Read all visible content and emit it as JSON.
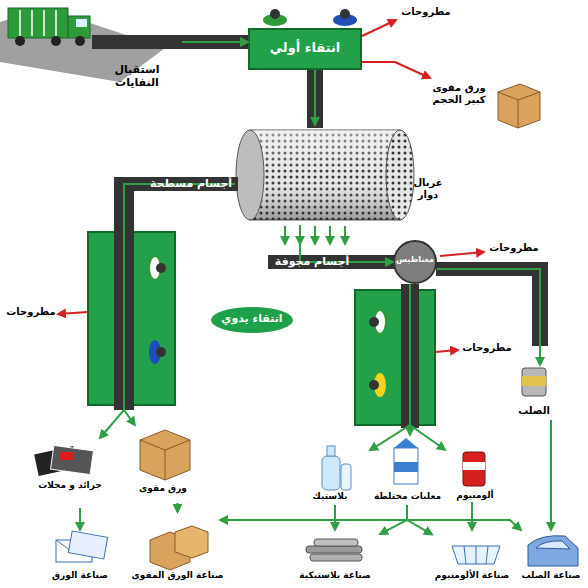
{
  "diagram": {
    "nodes": [
      {
        "text": [
          "استقبال النفايات"
        ]
      },
      {
        "text": [
          "انتقاء أولي"
        ]
      },
      {
        "text": [
          "ورق مقوى كبير الحجم"
        ]
      },
      {
        "text": [
          "غربال دوار"
        ]
      },
      {
        "text": [
          "مغناطيس"
        ]
      },
      {
        "text": [
          "انتقاء يدوي"
        ]
      },
      {
        "text": [
          "الصلب"
        ]
      },
      {
        "text": [
          "جرائد و مجلات"
        ]
      },
      {
        "text": [
          "ورق مقوى"
        ]
      },
      {
        "text": [
          "بلاستيك"
        ]
      },
      {
        "text": [
          "معلبات مختلطة"
        ]
      },
      {
        "text": [
          "ألومنيوم"
        ]
      },
      {
        "text": [
          "صناعة الورق"
        ]
      },
      {
        "text": [
          "صناعة الورق المقوى"
        ]
      },
      {
        "text": [
          "صناعة بلاستيكية"
        ]
      },
      {
        "text": [
          "صناعة الألومنيوم"
        ]
      },
      {
        "text": [
          "صناعة الصلب"
        ]
      }
    ],
    "edges": [
      {
        "from": 0,
        "to": 1,
        "arrow": "to"
      },
      {
        "from": 1,
        "to": 2,
        "arrow": "to"
      },
      {
        "from": 1,
        "to": 3,
        "arrow": "to"
      },
      {
        "from": 3,
        "to": 7,
        "label": "أجسام مسطحة",
        "arrow": "to"
      },
      {
        "from": 3,
        "to": 8,
        "arrow": "to"
      },
      {
        "from": 3,
        "to": 4,
        "label": "أجسام مجوفة",
        "arrow": "to"
      },
      {
        "from": 4,
        "to": 9,
        "arrow": "to"
      },
      {
        "from": 4,
        "to": 10,
        "arrow": "to"
      },
      {
        "from": 4,
        "to": 11,
        "arrow": "to"
      },
      {
        "from": 4,
        "to": 6,
        "arrow": "to"
      },
      {
        "from": 7,
        "to": 12,
        "arrow": "to"
      },
      {
        "from": 8,
        "to": 13,
        "arrow": "to"
      },
      {
        "from": 9,
        "to": 14,
        "arrow": "to"
      },
      {
        "from": 10,
        "to": 13,
        "arrow": "to"
      },
      {
        "from": 10,
        "to": 14,
        "arrow": "to"
      },
      {
        "from": 10,
        "to": 15,
        "arrow": "to"
      },
      {
        "from": 10,
        "to": 16,
        "arrow": "to"
      },
      {
        "from": 11,
        "to": 15,
        "arrow": "to"
      },
      {
        "from": 6,
        "to": 16,
        "arrow": "to"
      }
    ],
    "labels": [
      "مطروحات",
      "مطروحات",
      "مطروحات",
      "مطروحات"
    ]
  }
}
